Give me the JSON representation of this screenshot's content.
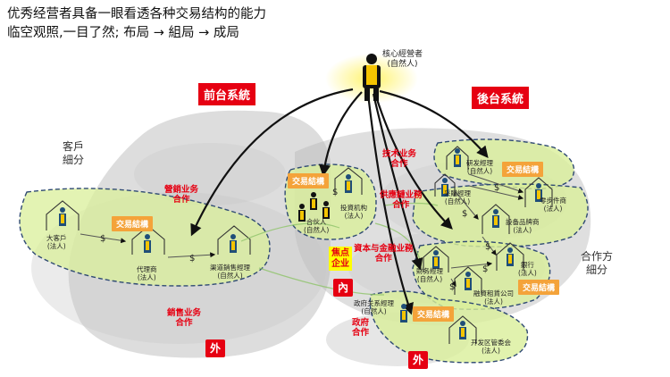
{
  "header": {
    "line1": "优秀经营者具备一眼看透各种交易结构的能力",
    "line2": "临空观照,一目了然; 布局 → 組局 → 成局"
  },
  "systems": {
    "front": "前台系統",
    "back": "後台系統"
  },
  "core": {
    "title": "核心經營者",
    "sub": "(自然人)"
  },
  "segments": {
    "customer_line1": "客戶",
    "customer_line2": "細分",
    "partner_line1": "合作方",
    "partner_line2": "細分"
  },
  "tags": {
    "trade": "交易結構"
  },
  "cooperation": {
    "marketing": [
      "營銷业务",
      "合作"
    ],
    "sales": [
      "銷售业务",
      "合作"
    ],
    "tech": [
      "技术业务",
      "合作"
    ],
    "supply": [
      "供應鏈业務",
      "合作"
    ],
    "capital": [
      "資本与金融业務",
      "合作"
    ],
    "government": [
      "政府",
      "合作"
    ]
  },
  "focus": [
    "焦点",
    "企业"
  ],
  "inner_label": "內",
  "outer_label": "外",
  "dollar": "$",
  "entities": {
    "big_customer": [
      "大客戶",
      "(法人)"
    ],
    "agent": [
      "代理商",
      "(法人)"
    ],
    "channel_manager": [
      "渠道銷售經理",
      "(自然人)"
    ],
    "partners": [
      "合伙人",
      "(自然人)"
    ],
    "investor": [
      "投資机构",
      "(法人)"
    ],
    "rd_manager": [
      "研发經理",
      "(自然人)"
    ],
    "purchasing_manager": [
      "采購經理",
      "(自然人)"
    ],
    "parts_supplier": [
      "零步件商",
      "(法人)"
    ],
    "equipment_brand": [
      "設备品牌商",
      "(法人)"
    ],
    "finance_manager": [
      "財务經理",
      "(自然人)"
    ],
    "bank": [
      "銀行",
      "(法人)"
    ],
    "leasing": [
      "融資租賃公司",
      "(法人)"
    ],
    "gov_manager": [
      "政府关系經理",
      "(自然人)"
    ],
    "dev_committee": [
      "开发区管委会",
      "(法人)"
    ]
  }
}
